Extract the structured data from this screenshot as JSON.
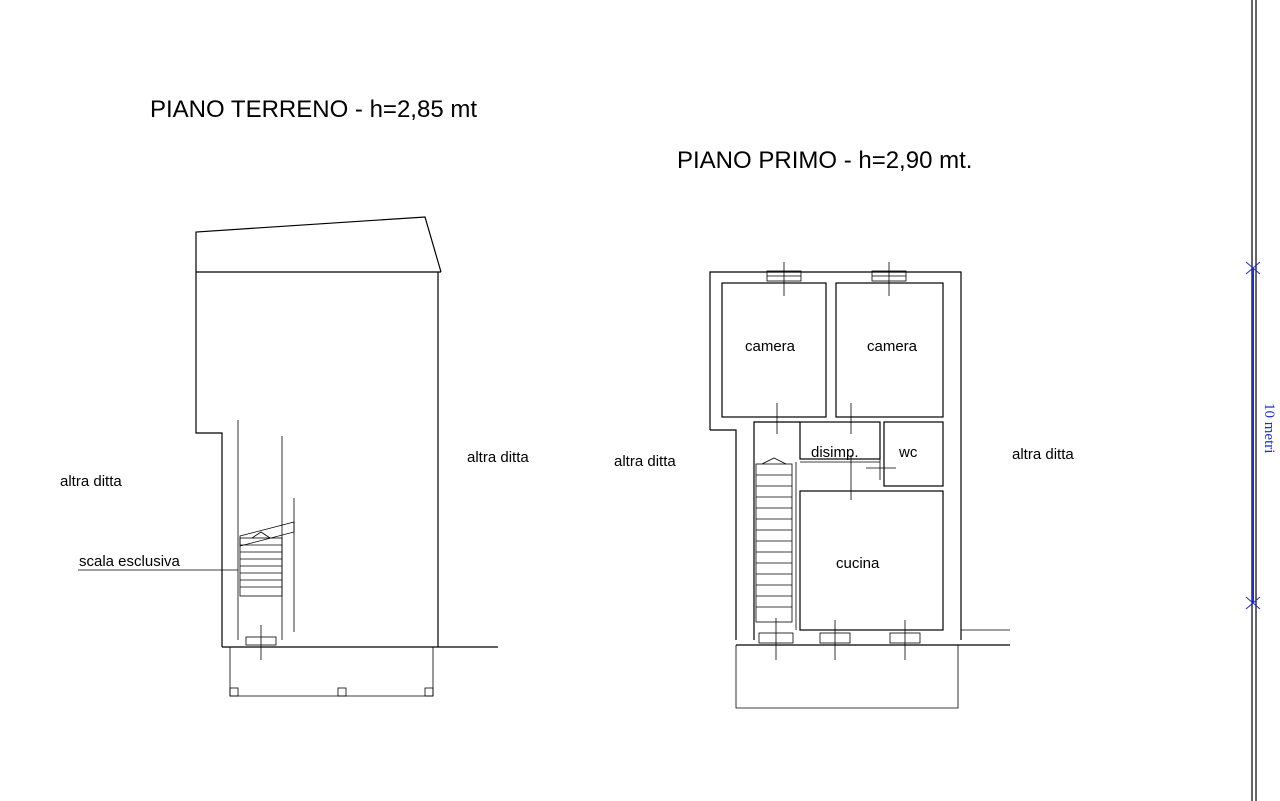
{
  "titles": {
    "ground_floor": "PIANO TERRENO - h=2,85 mt",
    "first_floor": "PIANO PRIMO - h=2,90 mt."
  },
  "ground_floor_labels": {
    "left_neighbor": "altra ditta",
    "right_neighbor": "altra ditta",
    "stair": "scala esclusiva"
  },
  "first_floor_labels": {
    "left_neighbor": "altra ditta",
    "right_neighbor": "altra ditta",
    "room_1": "camera",
    "room_2": "camera",
    "hallway": "disimp.",
    "bathroom": "wc",
    "kitchen": "cucina"
  },
  "scale_bar": {
    "label": "10 metri",
    "color": "#1f2ad0"
  }
}
